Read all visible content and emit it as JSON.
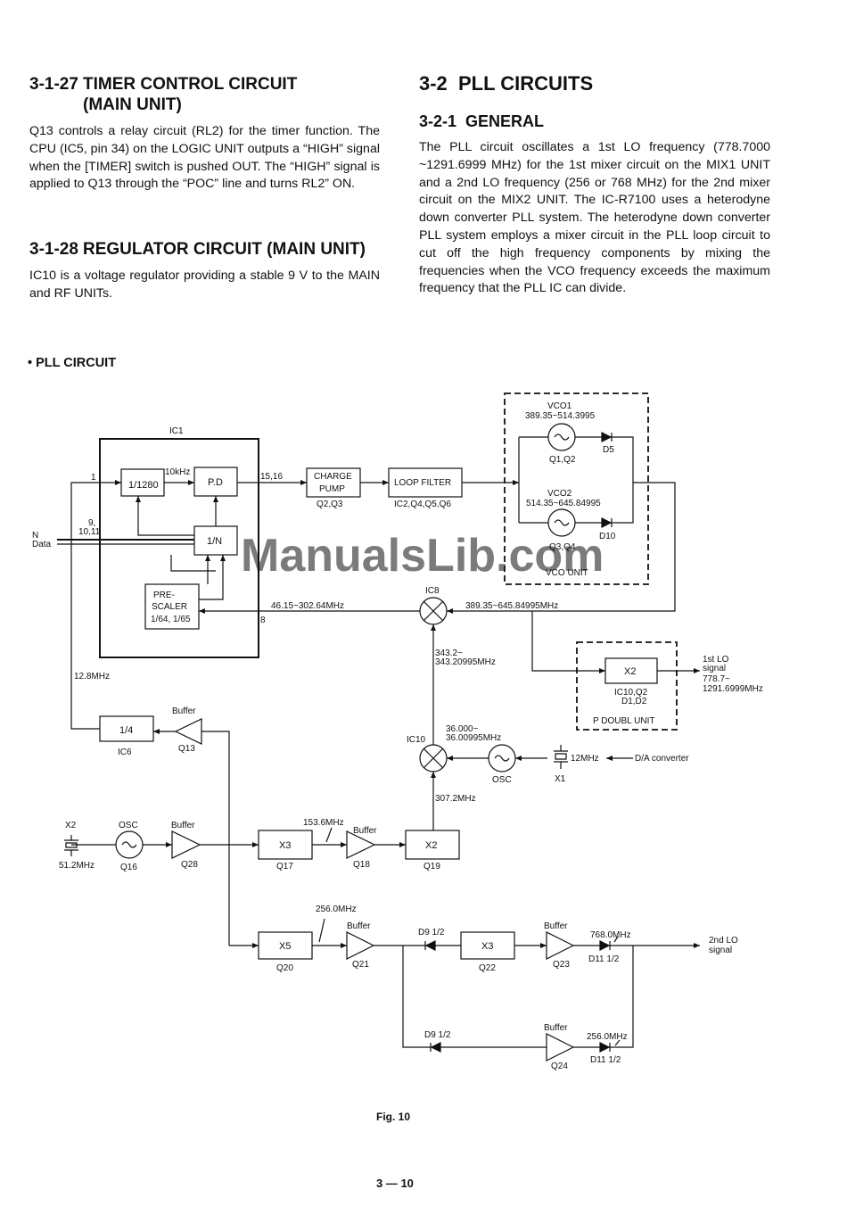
{
  "left_column": {
    "sec1": {
      "num": "3-1-27",
      "title_line1": "TIMER CONTROL CIRCUIT",
      "title_line2": "(MAIN UNIT)",
      "body": "Q13 controls a relay circuit (RL2) for the timer function. The CPU (IC5, pin 34) on the LOGIC UNIT outputs a “HIGH” signal when the [TIMER] switch is pushed OUT. The “HIGH” signal is applied to Q13 through the “POC” line and turns RL2” ON."
    },
    "sec2": {
      "num": "3-1-28",
      "title": "REGULATOR CIRCUIT (MAIN UNIT)",
      "body": "IC10 is a voltage regulator providing a stable 9 V to the MAIN and RF UNITs."
    }
  },
  "right_column": {
    "sec": {
      "num": "3-2",
      "title": "PLL CIRCUITS"
    },
    "sub": {
      "num": "3-2-1",
      "title": "GENERAL"
    },
    "body": "The PLL circuit oscillates a 1st LO frequency (778.7000 ~1291.6999 MHz) for the 1st mixer circuit on the MIX1 UNIT and a 2nd LO frequency (256 or 768 MHz) for the 2nd mixer circuit on the MIX2 UNIT. The IC-R7100 uses a heterodyne down converter PLL system. The heterodyne down converter PLL system employs a mixer circuit in the PLL loop circuit to cut off the high frequency components by mixing the frequencies when the VCO frequency exceeds the maximum frequency that the PLL IC can divide."
  },
  "diagram_heading": "• PLL CIRCUIT",
  "diagram": {
    "ic1": "IC1",
    "div1280": "1/1280",
    "f10k": "10kHz",
    "pd": "P.D",
    "divn": "1/N",
    "prescaler_l1": "PRE-",
    "prescaler_l2": "SCALER",
    "prescaler_l3": "1/64, 1/65",
    "pin1": "1",
    "pin9": "9,",
    "pin10": "10,11",
    "n_data_1": "N",
    "n_data_2": "Data",
    "pin1516": "15,16",
    "pin8": "8",
    "cp_l1": "CHARGE",
    "cp_l2": "PUMP",
    "cp_q": "Q2,Q3",
    "lf": "LOOP FILTER",
    "lf_q": "IC2,Q4,Q5,Q6",
    "vco1": "VCO1",
    "vco1_f": "389.35~514.3995",
    "q1q2": "Q1,Q2",
    "d5": "D5",
    "vco2": "VCO2",
    "vco2_f": "514.35~645.84995",
    "d10": "D10",
    "q3q4": "Q3,Q4",
    "vco_unit": "VCO UNIT",
    "ic8": "IC8",
    "f_ic8_in": "389.35~645.84995MHz",
    "f_to_ic1": "46.15~302.64MHz",
    "f_ic8_lo1": "343.2~",
    "f_ic8_lo2": "343.20995MHz",
    "x2_doubler": "X2",
    "doubl_q": "IC10,Q2",
    "doubl_d": "D1,D2",
    "doubl_unit": "P DOUBL UNIT",
    "lo1_l1": "1st LO",
    "lo1_l2": "signal",
    "lo1_l3": "778.7~",
    "lo1_l4": "1291.6999MHz",
    "f128": "12.8MHz",
    "div4": "1/4",
    "ic6": "IC6",
    "buffer": "Buffer",
    "q13": "Q13",
    "ic10": "IC10",
    "f36_1": "36.000~",
    "f36_2": "36.00995MHz",
    "osc": "OSC",
    "f12": "12MHz",
    "da": "D/A converter",
    "x1": "X1",
    "f3072": "307.2MHz",
    "x2xtal": "X2",
    "f512": "51.2MHz",
    "q16": "Q16",
    "q28": "Q28",
    "x3": "X3",
    "q17": "Q17",
    "f1536": "153.6MHz",
    "q18": "Q18",
    "q19": "Q19",
    "f2560": "256.0MHz",
    "x5": "X5",
    "q20": "Q20",
    "q21": "Q21",
    "d9": "D9 1/2",
    "q22": "Q22",
    "q23": "Q23",
    "f768": "768.0MHz",
    "d11": "D11 1/2",
    "lo2_l1": "2nd LO",
    "lo2_l2": "signal",
    "q24": "Q24",
    "f256b": "256.0MHz",
    "fig": "Fig. 10",
    "page": "3 — 10",
    "watermark": "ManualsLib.com"
  }
}
